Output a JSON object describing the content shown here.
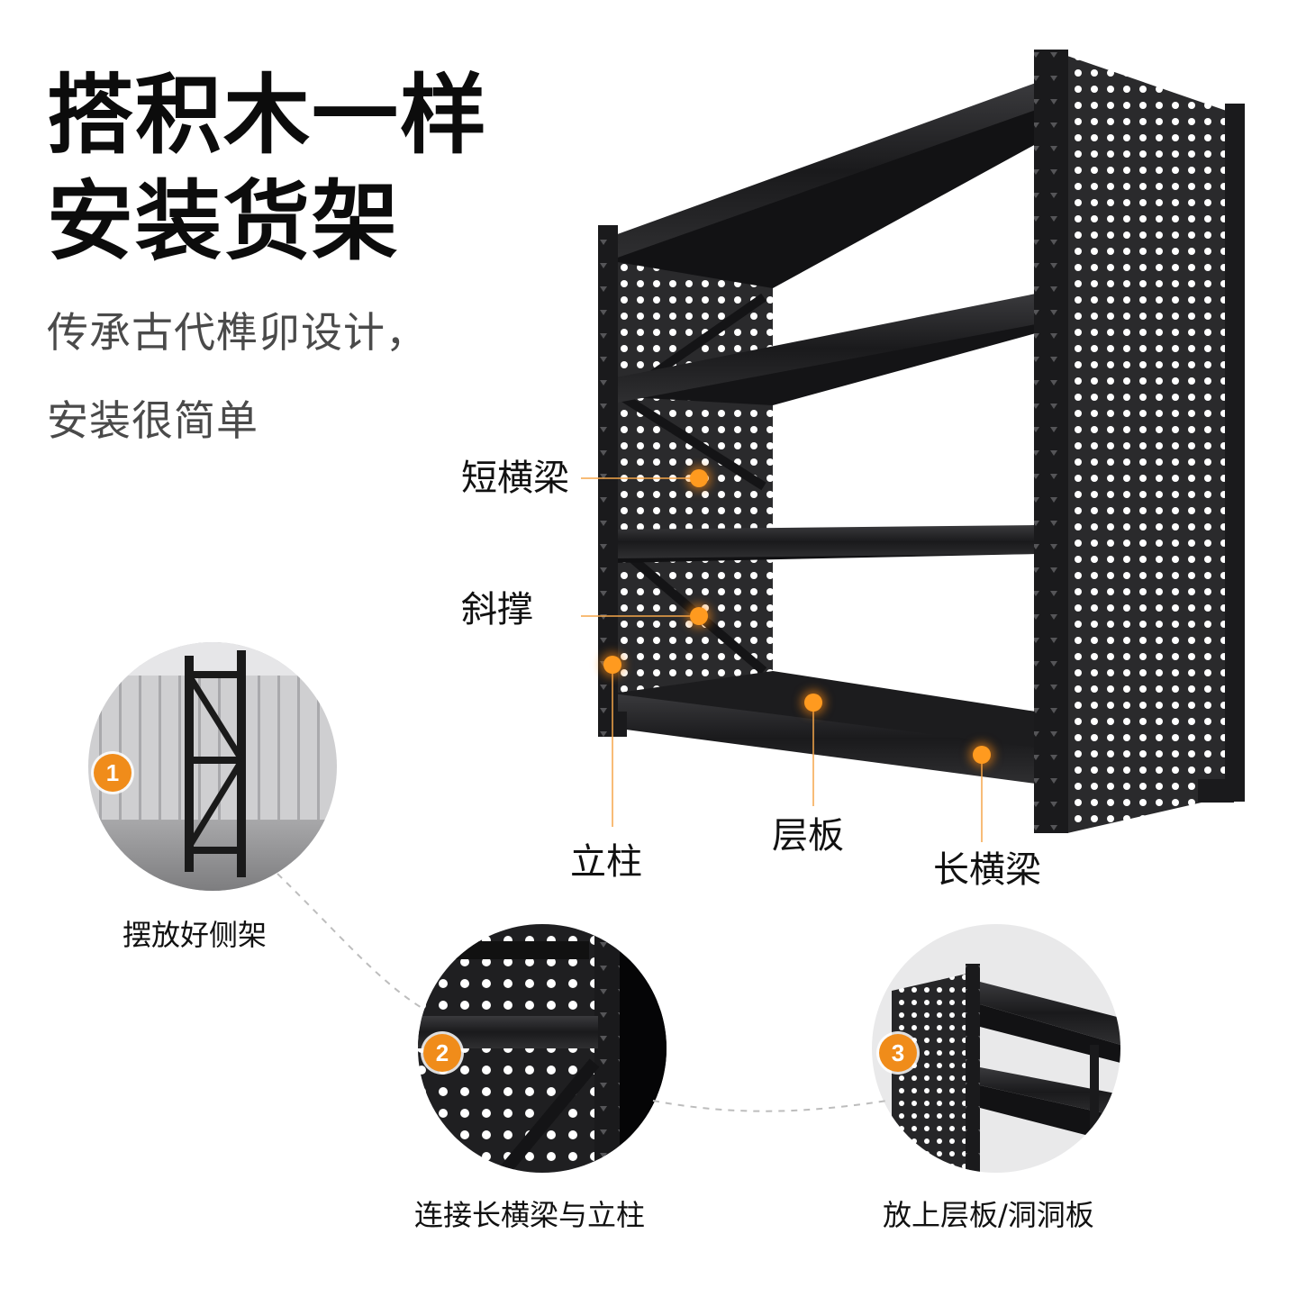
{
  "headline": {
    "line1": "搭积木一样",
    "line2": "安装货架"
  },
  "subtitle": {
    "line1": "传承古代榫卯设计，",
    "line2": "安装很简单"
  },
  "callouts": {
    "short_beam": "短横梁",
    "brace": "斜撑",
    "upright": "立柱",
    "shelf_board": "层板",
    "long_beam": "长横梁"
  },
  "steps": [
    {
      "number": "1",
      "label": "摆放好侧架"
    },
    {
      "number": "2",
      "label": "连接长横梁与立柱"
    },
    {
      "number": "3",
      "label": "放上层板/洞洞板"
    }
  ],
  "colors": {
    "accent": "#f08c1a",
    "shelf": "#1d1d1f",
    "text": "#111111",
    "subtext": "#4a4a4a"
  }
}
